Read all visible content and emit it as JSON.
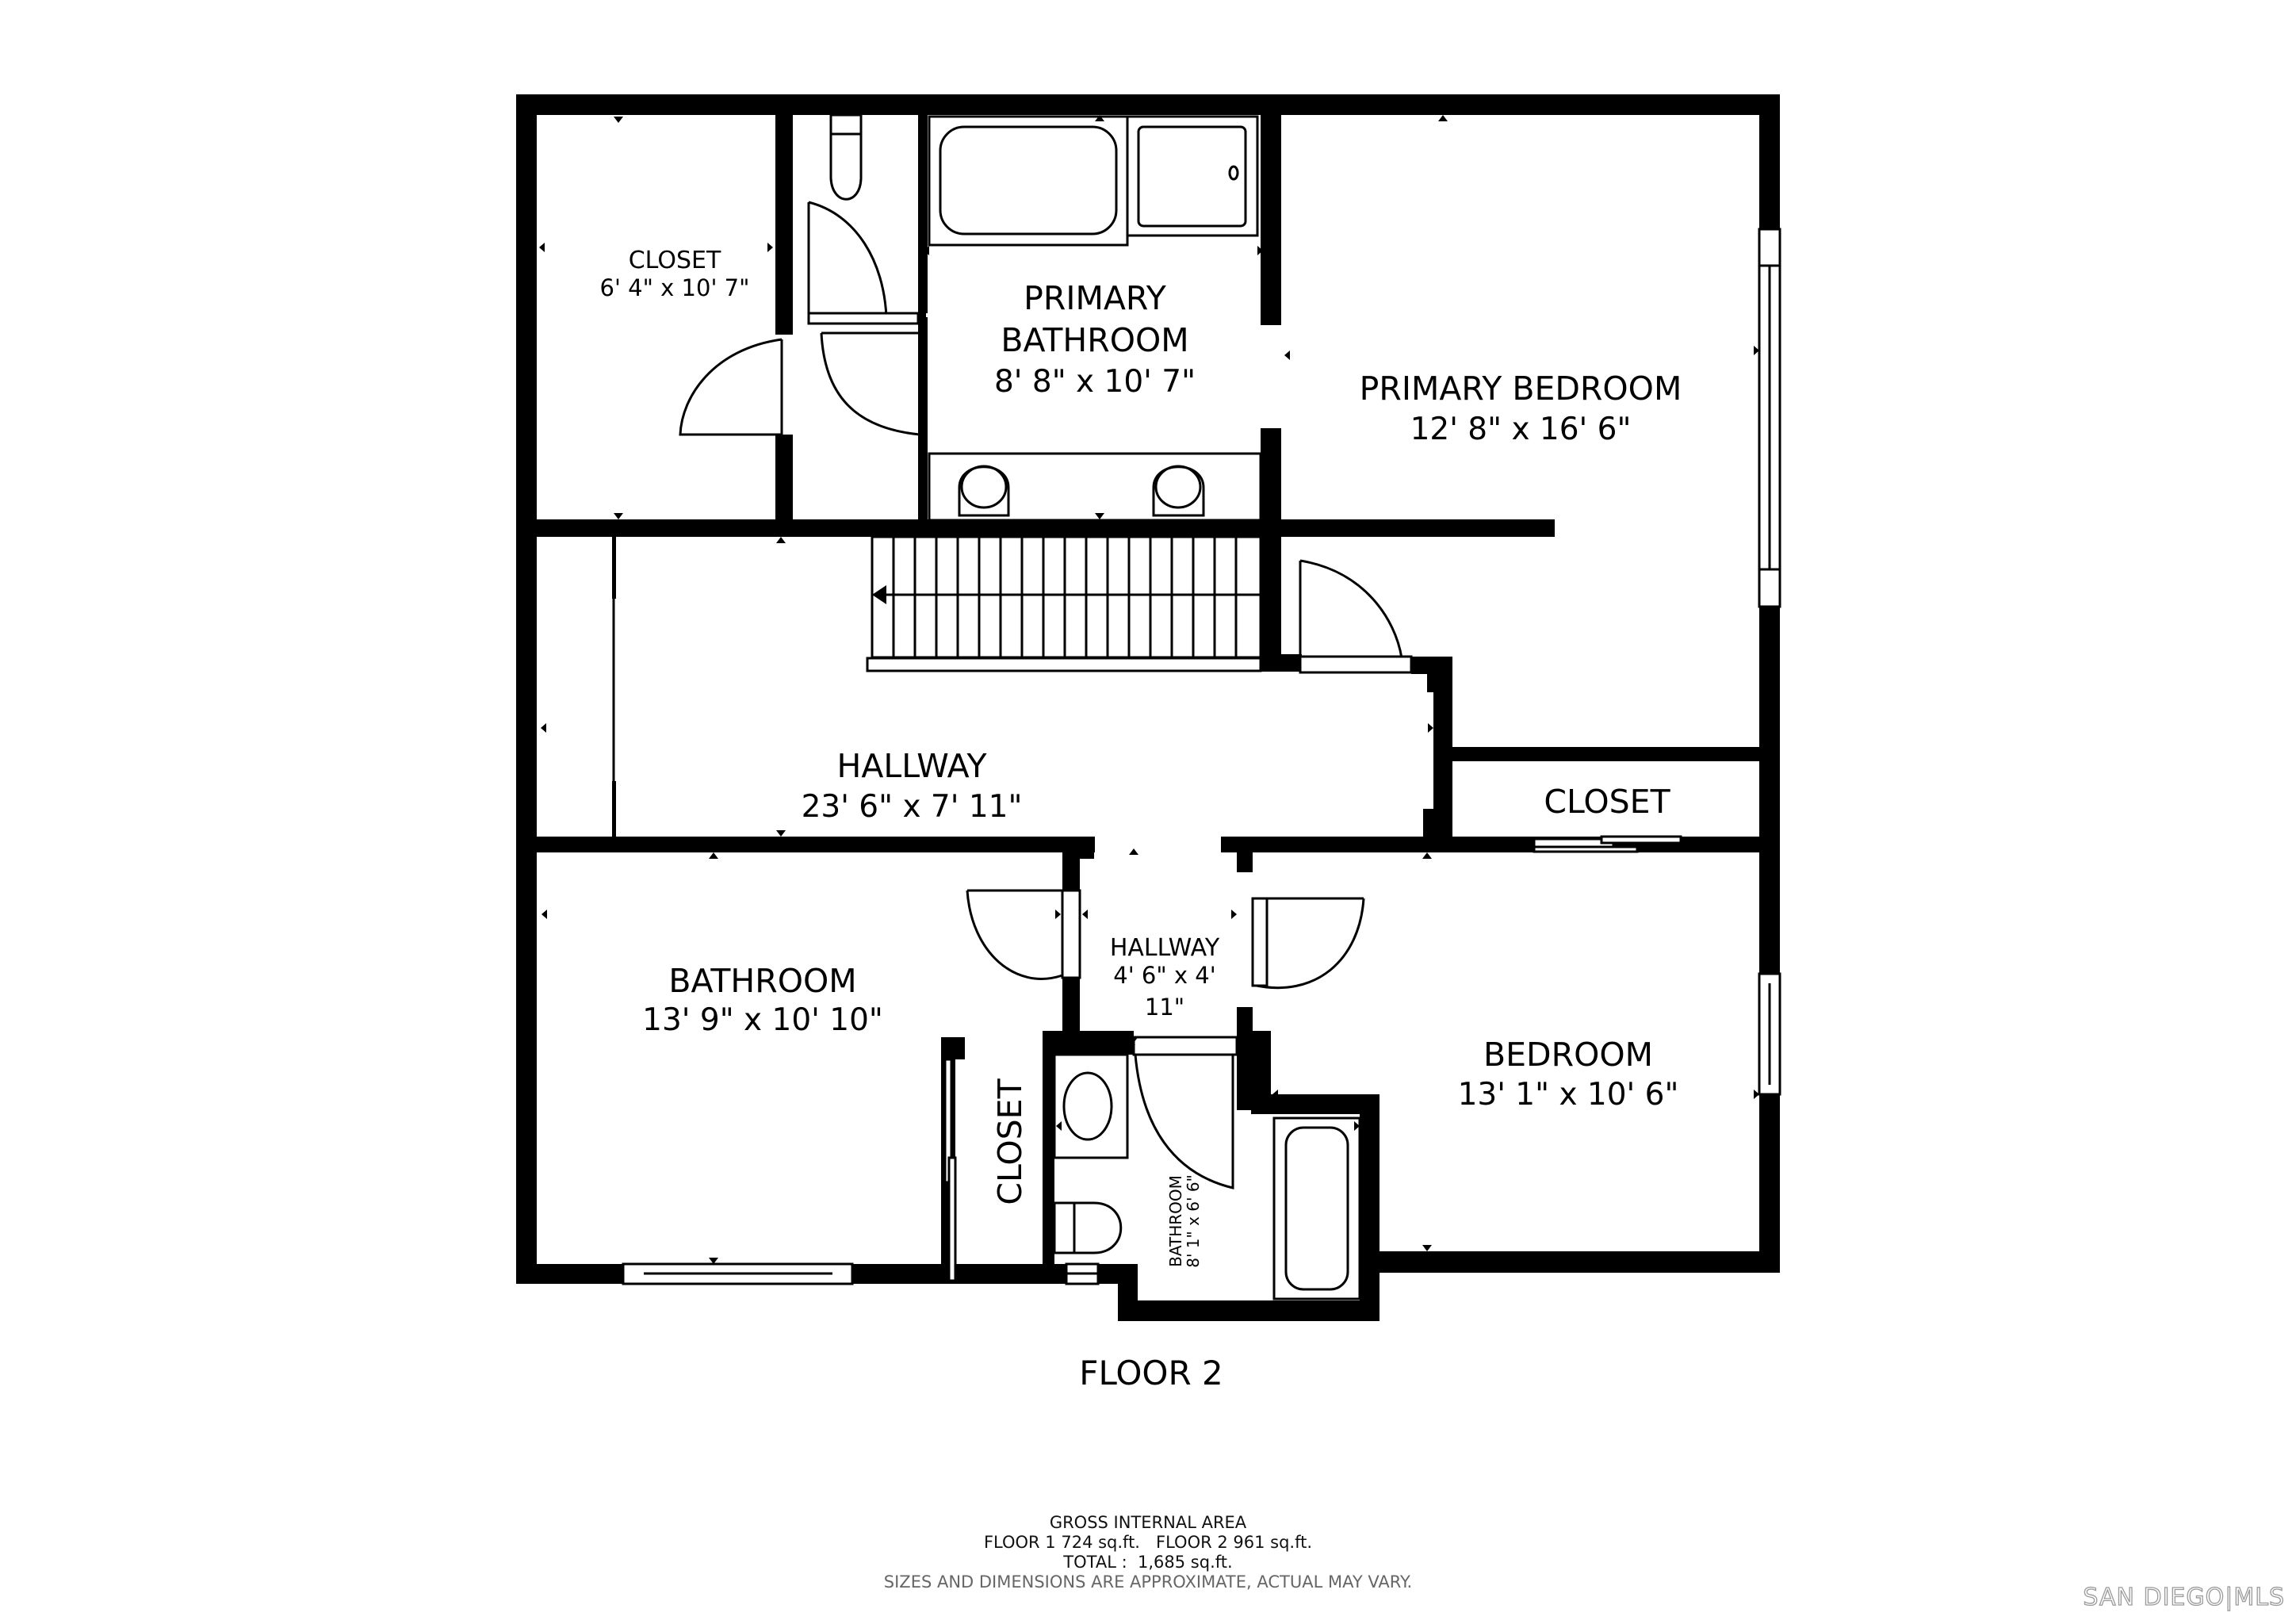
{
  "floor": {
    "label": "FLOOR 2",
    "rooms": [
      {
        "id": "closet-top-left",
        "name": "CLOSET",
        "dimensions": "6' 4\" x 10' 7\""
      },
      {
        "id": "primary-bathroom",
        "name_line1": "PRIMARY",
        "name_line2": "BATHROOM",
        "dimensions": "8' 8\" x 10' 7\""
      },
      {
        "id": "primary-bedroom",
        "name": "PRIMARY BEDROOM",
        "dimensions": "12' 8\" x 16' 6\""
      },
      {
        "id": "hallway-main",
        "name": "HALLWAY",
        "dimensions": "23' 6\" x 7' 11\""
      },
      {
        "id": "closet-right",
        "name": "CLOSET"
      },
      {
        "id": "bathroom",
        "name": "BATHROOM",
        "dimensions": "13' 9\" x 10' 10\""
      },
      {
        "id": "hallway-small",
        "name": "HALLWAY",
        "dimensions_line1": "4' 6\" x 4'",
        "dimensions_line2": "11\""
      },
      {
        "id": "bedroom",
        "name": "BEDROOM",
        "dimensions": "13' 1\" x 10' 6\""
      },
      {
        "id": "closet-vertical",
        "name": "CLOSET"
      },
      {
        "id": "bathroom-small",
        "name": "BATHROOM",
        "dimensions": "8' 1\" x 6' 6\""
      }
    ]
  },
  "footer": {
    "title": "GROSS INTERNAL AREA",
    "floor_areas": "FLOOR 1 724 sq.ft.   FLOOR 2 961 sq.ft.",
    "total": "TOTAL :  1,685 sq.ft.",
    "disclaimer": "SIZES AND DIMENSIONS ARE APPROXIMATE, ACTUAL MAY VARY."
  },
  "branding": {
    "logo_text": "SAN DIEGO|MLS"
  },
  "colors": {
    "wall": "#000000",
    "background": "#ffffff",
    "disclaimer_text": "#666666",
    "logo_outline": "#9a9a9a"
  }
}
